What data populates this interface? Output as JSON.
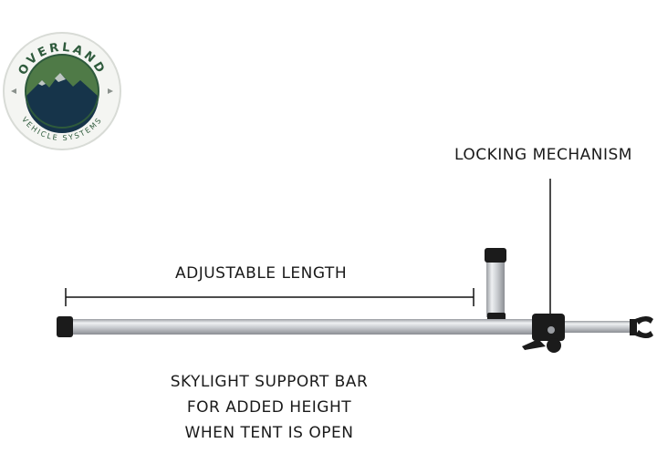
{
  "logo": {
    "top_text": "OVERLAND",
    "bottom_text": "VEHICLE SYSTEMS",
    "colors": {
      "ring": "#eef0ec",
      "outline": "#2e5a3c",
      "sky": "#4f7a47",
      "mountain_dark": "#16344a",
      "mountain_light": "#bfc7c3"
    }
  },
  "labels": {
    "locking_mechanism": "LOCKING MECHANISM",
    "adjustable_length": "ADJUSTABLE LENGTH"
  },
  "caption": {
    "lines": [
      "SKYLIGHT SUPPORT BAR",
      "FOR ADDED HEIGHT",
      "WHEN TENT IS OPEN"
    ]
  },
  "colors": {
    "tube_light": "#e4e6e8",
    "tube_mid": "#b9bcc0",
    "tube_dark": "#8d9096",
    "cap": "#1b1b1b",
    "line": "#111111"
  }
}
